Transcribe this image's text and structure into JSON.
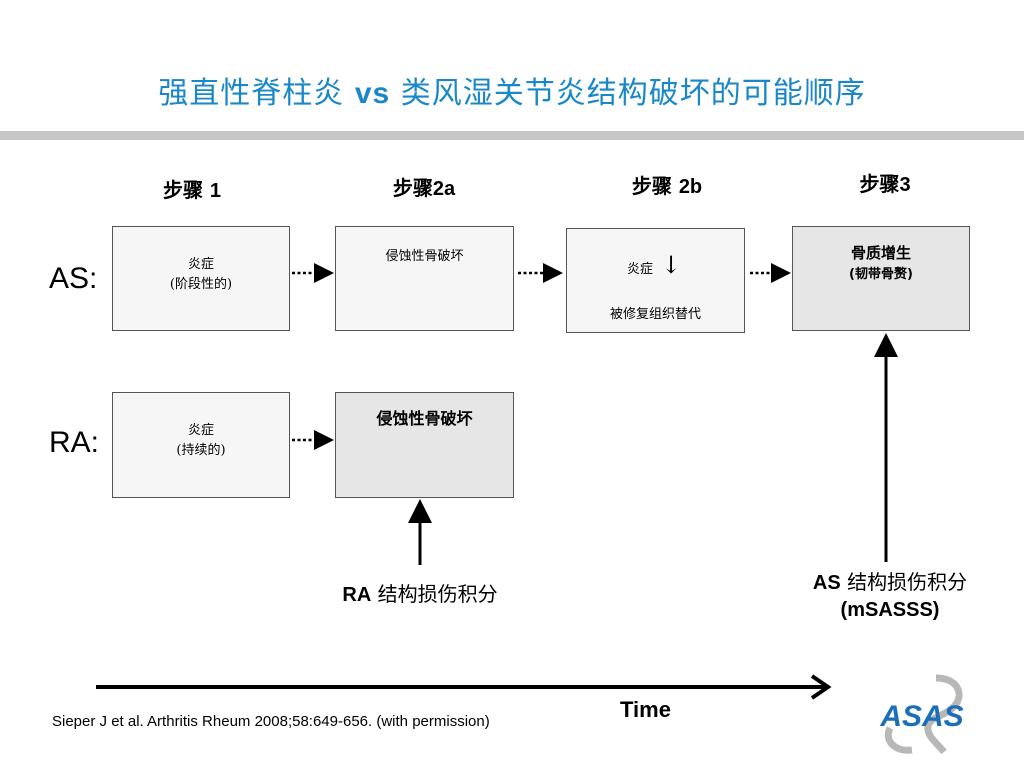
{
  "title": {
    "part1": "强直性脊柱炎 ",
    "vs": "vs",
    "part2": " 类风湿关节炎结构破坏的可能顺序"
  },
  "steps": [
    {
      "prefix": "步骤 ",
      "number": "1"
    },
    {
      "prefix": "步骤",
      "number": "2a"
    },
    {
      "prefix": "步骤 ",
      "number": "2b"
    },
    {
      "prefix": "步骤",
      "number": "3"
    }
  ],
  "rows": {
    "as_label": "AS:",
    "ra_label": "RA:"
  },
  "as_boxes": {
    "box1": {
      "line1": "炎症",
      "line2": "(阶段性的)"
    },
    "box2": {
      "line1": "侵蚀性骨破坏"
    },
    "box3": {
      "line1": "炎症",
      "arrow": "↓",
      "line2": "被修复组织替代"
    },
    "box4": {
      "line1": "骨质增生",
      "line2": "(韧带骨赘)"
    }
  },
  "ra_boxes": {
    "box1": {
      "line1": "炎症",
      "line2": "(持续的)"
    },
    "box2": {
      "line1": "侵蚀性骨破坏"
    }
  },
  "ra_score": {
    "abbr": "RA",
    "text": " 结构损伤积分"
  },
  "as_score": {
    "abbr": "AS",
    "text": " 结构损伤积分",
    "sub": "(mSASSS)"
  },
  "timeline": {
    "label": "Time"
  },
  "citation": "Sieper J et al. Arthritis Rheum 2008;58:649-656. (with permission)",
  "logo": {
    "text": "ASAS"
  },
  "colors": {
    "title": "#1a87c8",
    "logo": "#1a6fb8",
    "rule": "#c7c7c7",
    "box_gray": "#e6e6e6"
  }
}
